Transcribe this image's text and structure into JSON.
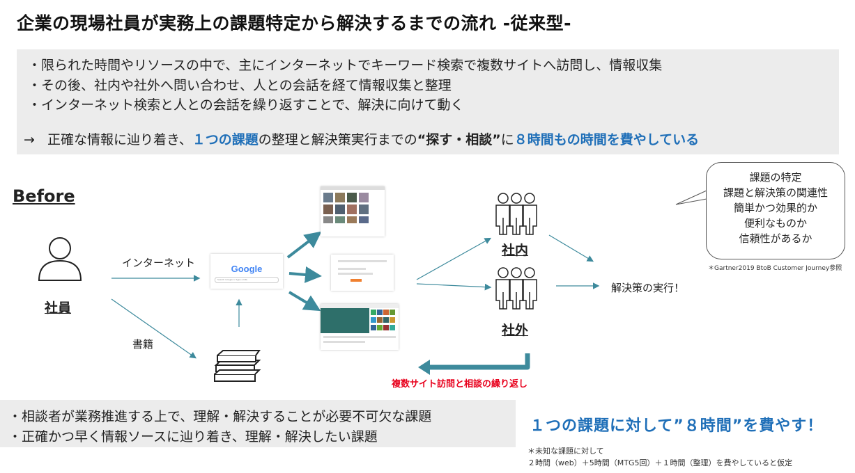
{
  "title": "企業の現場社員が実務上の課題特定から解決するまでの流れ -従来型-",
  "bullets": [
    "・限られた時間やリソースの中で、主にインターネットでキーワード検索で複数サイトへ訪問し、情報収集",
    "・その後、社内や社外へ問い合わせ、人との会話を経て情報収集と整理",
    "・インターネット検索と人との会話を繰り返すことで、解決に向けて動く"
  ],
  "summary": {
    "arrow": "→",
    "part1": "正確な情報に辿り着き、",
    "blue1": "１つの課題",
    "part2": "の整理と解決策実行までの",
    "strong": "“探す・相談”",
    "part3": "に",
    "blue2": "８時間もの時間を費やしている"
  },
  "diagram": {
    "before_label": "Before",
    "employee_label": "社員",
    "internet_label": "インターネット",
    "books_label": "書籍",
    "google_logo": "Google",
    "search_placeholder": "Search Google or type a URL",
    "internal_label": "社内",
    "external_label": "社外",
    "action_label": "解決策の実行！",
    "loop_label": "複数サイト訪問と相談の繰り返し",
    "accent_red": "#e8001c",
    "arrow_color": "#3d8a9c"
  },
  "bubble": {
    "lines": [
      "課題の特定",
      "課題と解決策の関連性",
      "簡単かつ効果的か",
      "便利なものか",
      "信頼性があるか"
    ],
    "source": "＊Gartner2019 BtoB Customer Journey参照"
  },
  "bottom": {
    "bullets": [
      "・相談者が業務推進する上で、理解・解決することが必要不可欠な課題",
      "・正確かつ早く情報ソースに辿り着き、理解・解決したい課題"
    ],
    "headline": "１つの課題に対して”８時間”を費やす！",
    "note1": "＊未知な課題に対して",
    "note2": "２時間（web）＋5時間（MTG5回）＋１時間（整理）を費やしていると仮定"
  }
}
